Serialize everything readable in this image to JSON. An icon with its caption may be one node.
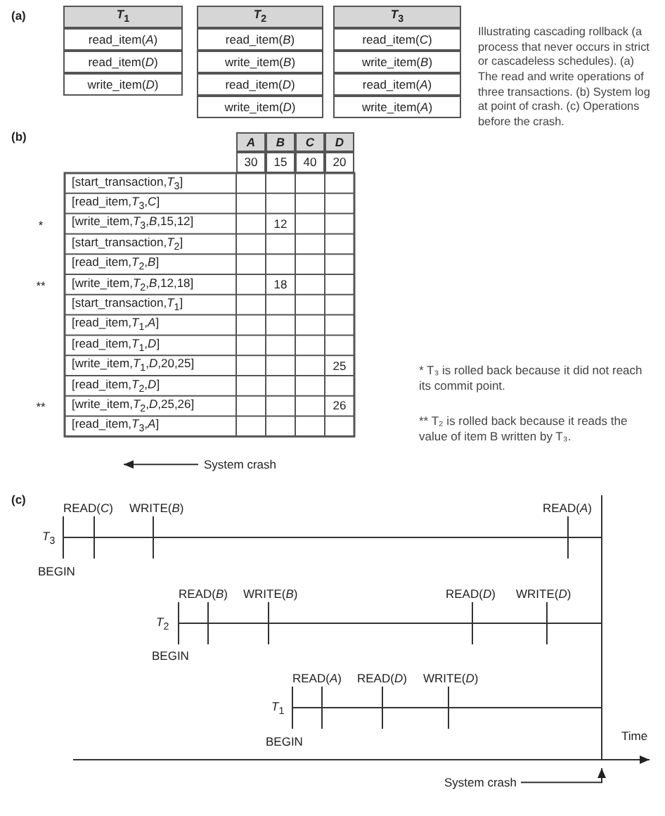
{
  "diagram": {
    "caption": "Illustrating cascading rollback (a process that never occurs in strict or cascadeless schedules). (a) The read and write operations of three transactions. (b) System log at point of crash. (c) Operations before the crash.",
    "nodes": [
      {
        "text": [
          "System crash"
        ]
      },
      {
        "text": [
          "System crash"
        ]
      }
    ],
    "edges": [
      {
        "from": 0,
        "to": null,
        "arrow": "to"
      },
      {
        "from": 1,
        "to": null,
        "arrow": "to"
      }
    ],
    "labels": [
      "(a)",
      "*T*$_{1}$",
      "read_item(*A*)",
      "read_item(*D*)",
      "write_item(*D*)",
      "*T*$_{2}$",
      "read_item(*B*)",
      "write_item(*B*)",
      "read_item(*D*)",
      "write_item(*D*)",
      "*T*$_{3}$",
      "read_item(*C*)",
      "write_item(*B*)",
      "read_item(*A*)",
      "write_item(*A*)",
      "(b)",
      "*A*",
      "*B*",
      "*C*",
      "*D*",
      "30",
      "15",
      "40",
      "20",
      "[start_transaction,*T*$_{3}$]",
      "[read_item,*T*$_{3}$,*C*]",
      "*",
      "[write_item,*T*$_{3}$,*B*,15,12]",
      "12",
      "[start_transaction,*T*$_{2}$]",
      "[read_item,*T*$_{2}$,*B*]",
      "**",
      "[write_item,*T*$_{2}$,*B*,12,18]",
      "18",
      "[start_transaction,*T*$_{1}$]",
      "[read_item,*T*$_{1}$,*A*]",
      "[read_item,*T*$_{1}$,*D*]",
      "[write_item,*T*$_{1}$,*D*,20,25]",
      "25",
      "* T₃ is rolled back because it did not reach its commit point.",
      "[read_item,*T*$_{2}$,*D*]",
      "**",
      "[write_item,*T*$_{2}$,*D*,25,26]",
      "26",
      "** T₂ is rolled back because it reads the value of item B written by T₃.",
      "[read_item,*T*$_{3}$,*A*]",
      "(c)",
      "READ(*C*)",
      "WRITE(*B*)",
      "READ(*A*)",
      "*T*$_{3}$",
      "BEGIN",
      "READ(*B*)",
      "WRITE(*B*)",
      "READ(*D*)",
      "WRITE(*D*)",
      "*T*$_{2}$",
      "BEGIN",
      "READ(*A*)",
      "READ(*D*)",
      "WRITE(*D*)",
      "*T*$_{1}$",
      "BEGIN",
      "Time"
    ]
  }
}
